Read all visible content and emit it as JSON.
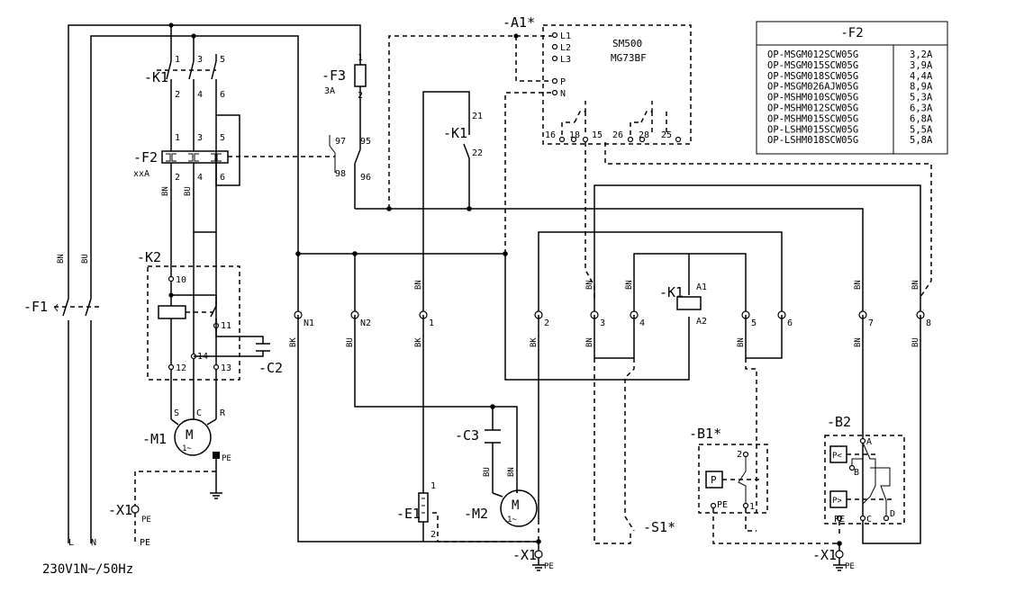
{
  "labels": {
    "k1_top": "-K1",
    "f3": "-F3",
    "f3_rating": "3A",
    "f2": "-F2",
    "f2_rating": "xxA",
    "k2": "-K2",
    "c2": "-C2",
    "m1": "-M1",
    "x1_left": "-X1",
    "f1": "-F1",
    "a1": "-A1*",
    "sm500": "SM500",
    "mg73bf": "MG73BF",
    "k1_aux": "-K1",
    "k1_coil": "-K1",
    "c3": "-C3",
    "e1": "-E1",
    "m2": "-M2",
    "x1_mid": "-X1",
    "s1": "-S1*",
    "b1": "-B1*",
    "b2": "-B2",
    "x1_right": "-X1",
    "supply": "230V1N~/50Hz"
  },
  "a1_terminals": {
    "l1": "L1",
    "l2": "L2",
    "l3": "L3",
    "p": "P",
    "n": "N",
    "r16": "16",
    "r18": "18",
    "r15": "15",
    "r26": "26",
    "r28": "28",
    "r25": "25"
  },
  "pins": {
    "k1_1": "1",
    "k1_3": "3",
    "k1_5": "5",
    "k1_2": "2",
    "k1_4": "4",
    "k1_6": "6",
    "f2_1": "1",
    "f2_3": "3",
    "f2_5": "5",
    "f2_2": "2",
    "f2_4": "4",
    "f2_6": "6",
    "f3_1": "1",
    "f3_2": "2",
    "f2c_97": "97",
    "f2c_98": "98",
    "f2c_95": "95",
    "f2c_96": "96",
    "k1a_21": "21",
    "k1a_22": "22",
    "k2_10": "10",
    "k2_11": "11",
    "k2_12": "12",
    "k2_14": "14",
    "k2_13": "13",
    "m1_s": "S",
    "m1_c": "C",
    "m1_r": "R",
    "m1_m": "M",
    "m1_phase": "1~",
    "m2_m": "M",
    "m2_phase": "1~",
    "e1_1": "1",
    "e1_2": "2",
    "coil_a1": "A1",
    "coil_a2": "A2",
    "b1_2": "2",
    "b1_1": "1",
    "b1_p": "P",
    "b1_pe": "PE",
    "b2_a": "A",
    "b2_b": "B",
    "b2_c": "C",
    "b2_d": "D",
    "b2_pmin": "P<",
    "b2_pmax": "P>",
    "b2_pe": "PE",
    "pe": "PE",
    "L": "L",
    "N": "N"
  },
  "wire_colors": {
    "bn": "BN",
    "bu": "BU",
    "bk": "BK"
  },
  "terminal_strip": [
    {
      "id": "N1",
      "wire": "BK",
      "top": ""
    },
    {
      "id": "N2",
      "wire": "BU",
      "top": ""
    },
    {
      "id": "1",
      "wire": "BK",
      "top": "BN"
    },
    {
      "id": "2",
      "wire": "BK",
      "top": ""
    },
    {
      "id": "3",
      "wire": "BN",
      "top": "BN"
    },
    {
      "id": "4",
      "wire": "",
      "top": "BN"
    },
    {
      "id": "5",
      "wire": "BN",
      "top": ""
    },
    {
      "id": "6",
      "wire": "",
      "top": ""
    },
    {
      "id": "7",
      "wire": "BN",
      "top": "BN"
    },
    {
      "id": "8",
      "wire": "BU",
      "top": "BN"
    }
  ],
  "f2_table": {
    "title": "-F2",
    "rows": [
      {
        "model": "OP-MSGM012SCW05G",
        "rating": "3,2A"
      },
      {
        "model": "OP-MSGM015SCW05G",
        "rating": "3,9A"
      },
      {
        "model": "OP-MSGM018SCW05G",
        "rating": "4,4A"
      },
      {
        "model": "OP-MSGM026AJW05G",
        "rating": "8,9A"
      },
      {
        "model": "OP-MSHM010SCW05G",
        "rating": "5,3A"
      },
      {
        "model": "OP-MSHM012SCW05G",
        "rating": "6,3A"
      },
      {
        "model": "OP-MSHM015SCW05G",
        "rating": "6,8A"
      },
      {
        "model": "OP-LSHM015SCW05G",
        "rating": "5,5A"
      },
      {
        "model": "OP-LSHM018SCW05G",
        "rating": "5,8A"
      }
    ]
  }
}
